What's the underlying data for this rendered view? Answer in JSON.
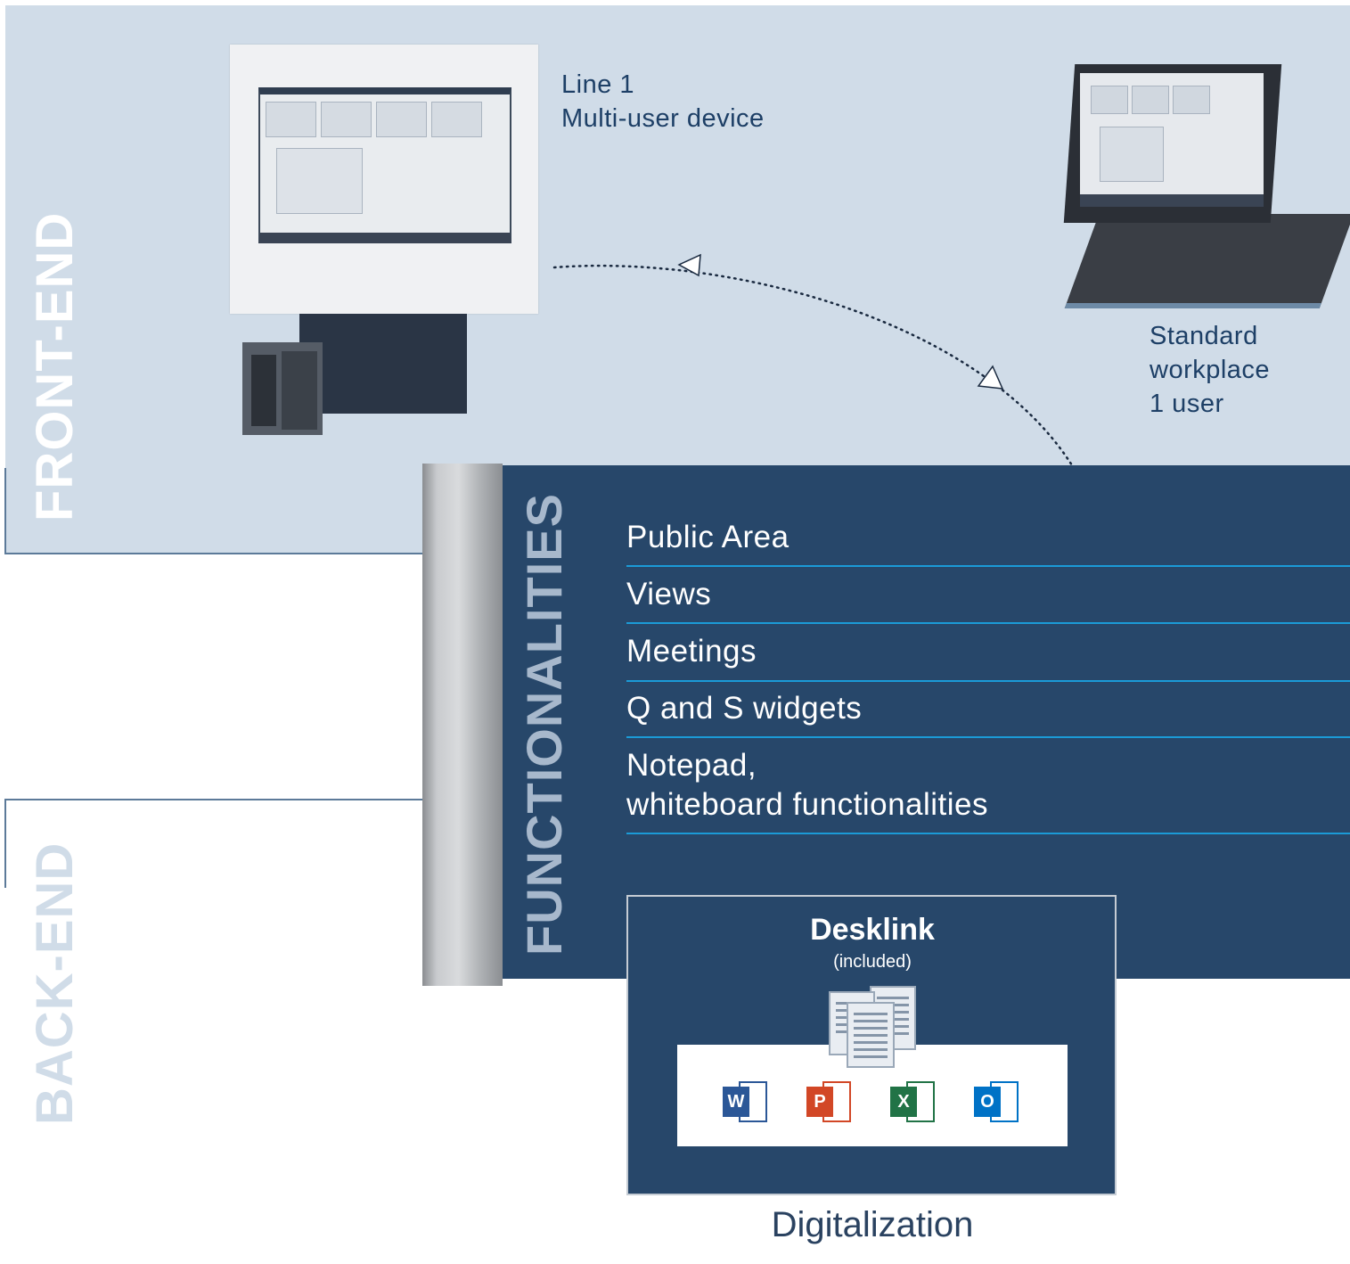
{
  "sections": {
    "frontend": "FRONT-END",
    "backend": "BACK-END"
  },
  "devices": {
    "multi_user": [
      "Line 1",
      "Multi-user device"
    ],
    "workplace": [
      "Standard",
      "workplace",
      "1 user"
    ]
  },
  "functionalities": {
    "title": "FUNCTIONALITIES",
    "items": [
      "Public Area",
      "Views",
      "Meetings",
      "Q and S widgets",
      "Notepad,",
      "whiteboard functionalities"
    ]
  },
  "desklink": {
    "title": "Desklink",
    "subtitle": "(included)",
    "apps": [
      {
        "icon": "word-icon",
        "letter": "W",
        "color": "#2b5797"
      },
      {
        "icon": "powerpoint-icon",
        "letter": "P",
        "color": "#d24726"
      },
      {
        "icon": "excel-icon",
        "letter": "X",
        "color": "#217346"
      },
      {
        "icon": "outlook-icon",
        "letter": "O",
        "color": "#0072c6"
      }
    ]
  },
  "footer": "Digitalization",
  "colors": {
    "frontend_bg": "#d0dce8",
    "panel": "#27476a",
    "divider": "#1b9bd7",
    "text_dark": "#1d3f66"
  }
}
